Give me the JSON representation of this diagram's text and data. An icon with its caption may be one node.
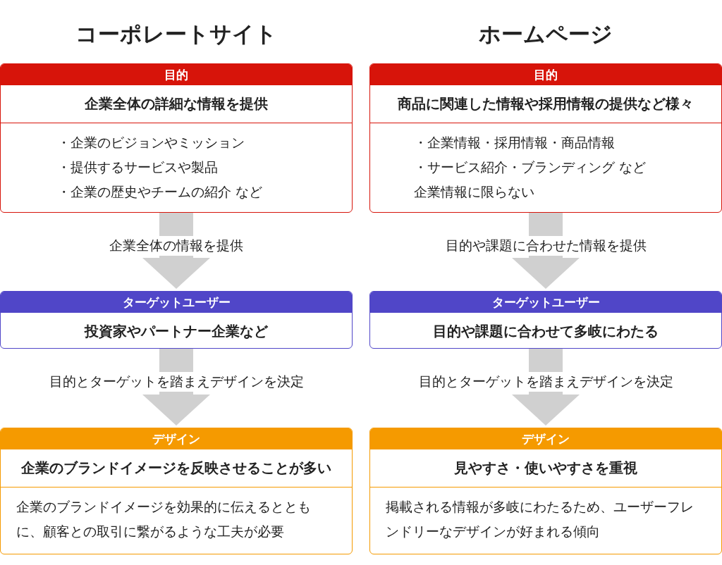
{
  "diagram": {
    "nodes": [
      {
        "text": [
          "目的",
          "企業全体の詳細な情報を提供",
          "・企業のビジョンやミッション",
          "・提供するサービスや製品",
          "・企業の歴史やチームの紹介 など"
        ]
      },
      {
        "text": [
          "目的",
          "商品に関連した情報や採用情報の提供など様々",
          "・企業情報・採用情報・商品情報",
          "・サービス紹介・ブランディング など",
          "企業情報に限らない"
        ]
      },
      {
        "text": [
          "ターゲットユーザー",
          "投資家やパートナー企業など"
        ]
      },
      {
        "text": [
          "ターゲットユーザー",
          "目的や課題に合わせて多岐にわたる"
        ]
      },
      {
        "text": [
          "デザイン",
          "企業のブランドイメージを反映させることが多い",
          "企業のブランドイメージを効果的に伝えるとともに、顧客との取引に繋がるような工夫が必要"
        ]
      },
      {
        "text": [
          "デザイン",
          "見やすさ・使いやすさを重視",
          "掲載される情報が多岐にわたるため、ユーザーフレンドリーなデザインが好まれる傾向"
        ]
      }
    ],
    "edges": [
      {
        "from": 0,
        "to": 2,
        "arrow": "to",
        "label": "企業全体の情報を提供"
      },
      {
        "from": 1,
        "to": 3,
        "arrow": "to",
        "label": "目的や課題に合わせた情報を提供"
      },
      {
        "from": 2,
        "to": 4,
        "arrow": "to",
        "label": "目的とターゲットを踏まえデザインを決定"
      },
      {
        "from": 3,
        "to": 5,
        "arrow": "to",
        "label": "目的とターゲットを踏まえデザインを決定"
      }
    ],
    "labels": [
      "コーポレートサイト",
      "ホームページ"
    ]
  }
}
